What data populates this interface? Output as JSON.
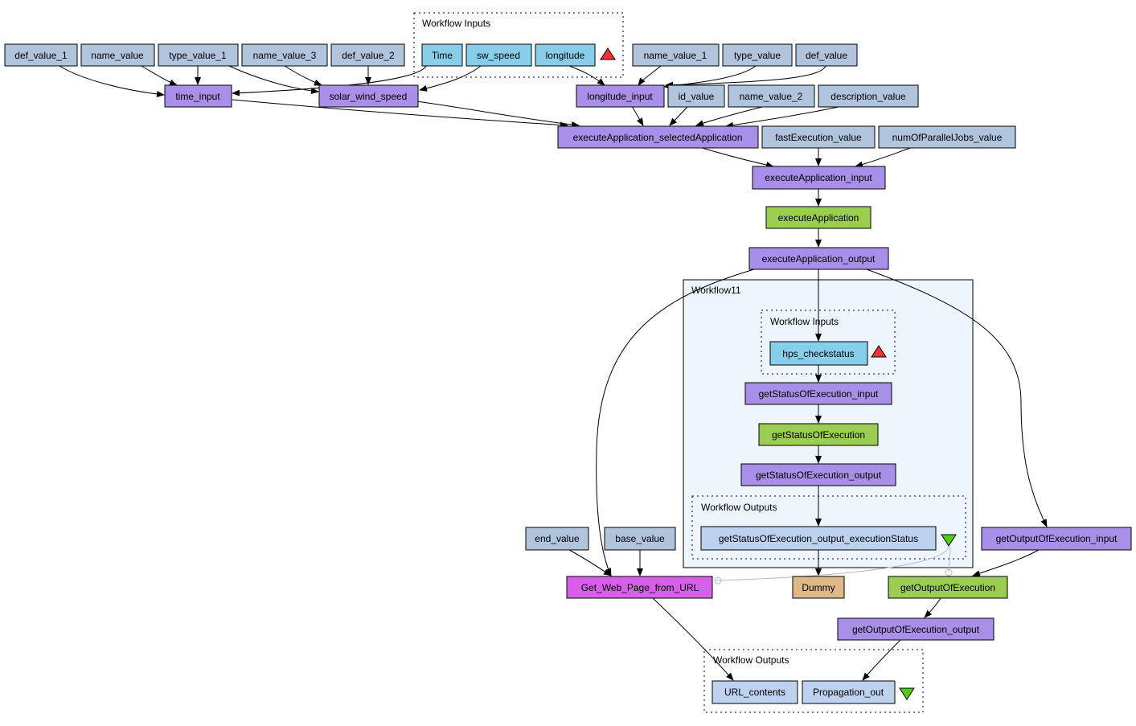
{
  "colors": {
    "input_value": "#b0c4de",
    "port": "#a890e8",
    "workflow_input": "#87ceeb",
    "processor": "#9acd50",
    "web": "#d660e8",
    "dummy": "#deb887",
    "output": "#bcd2ee",
    "subworkflow_bg": "#eef6fd",
    "input_marker": "#ee3333",
    "output_marker": "#55cc11"
  },
  "groups": {
    "top_inputs": "Workflow Inputs",
    "sub_title": "Workflow11",
    "sub_inputs": "Workflow Inputs",
    "sub_outputs": "Workflow Outputs",
    "final_outputs": "Workflow Outputs"
  },
  "nodes": {
    "def_value_1": "def_value_1",
    "name_value": "name_value",
    "type_value_1": "type_value_1",
    "name_value_3": "name_value_3",
    "def_value_2": "def_value_2",
    "time": "Time",
    "sw_speed": "sw_speed",
    "longitude": "longitude",
    "name_value_1": "name_value_1",
    "type_value": "type_value",
    "def_value": "def_value",
    "time_input": "time_input",
    "solar_wind_speed": "solar_wind_speed",
    "longitude_input": "longitude_input",
    "id_value": "id_value",
    "name_value_2": "name_value_2",
    "description_value": "description_value",
    "exec_selected": "executeApplication_selectedApplication",
    "fast_exec": "fastExecution_value",
    "num_parallel": "numOfParallelJobs_value",
    "exec_input": "executeApplication_input",
    "exec_app": "executeApplication",
    "exec_output": "executeApplication_output",
    "hps_checkstatus": "hps_checkstatus",
    "status_input": "getStatusOfExecution_input",
    "status_exec": "getStatusOfExecution",
    "status_output": "getStatusOfExecution_output",
    "status_output_exec": "getStatusOfExecution_output_executionStatus",
    "end_value": "end_value",
    "base_value": "base_value",
    "get_web_page": "Get_Web_Page_from_URL",
    "dummy": "Dummy",
    "output_input": "getOutputOfExecution_input",
    "output_exec": "getOutputOfExecution",
    "output_output": "getOutputOfExecution_output",
    "url_contents": "URL_contents",
    "propagation_out": "Propagation_out"
  }
}
